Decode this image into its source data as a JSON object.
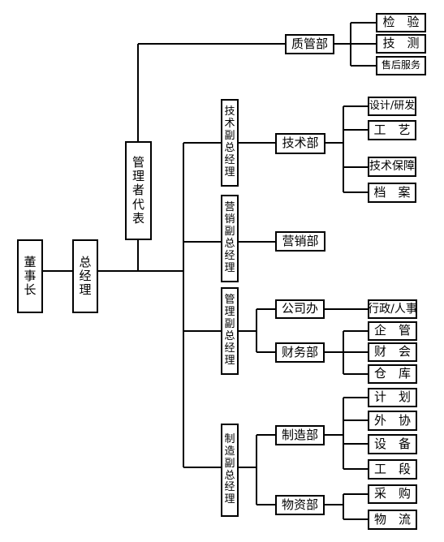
{
  "org": {
    "chairman": "董\n事\n长",
    "gm": "总\n经\n理",
    "mgmt_rep": "管\n理\n者\n代\n表",
    "quality_dept": "质管部",
    "quality_units": [
      "检　验",
      "技　测",
      "售后服务"
    ],
    "vp_tech": "技\n术\n副\n总\n经\n理",
    "tech_dept": "技术部",
    "tech_units": [
      "设计/研发",
      "工　艺",
      "技术保障",
      "档　案"
    ],
    "vp_sales": "营\n销\n副\n总\n经\n理",
    "sales_dept": "营销部",
    "vp_admin": "管\n理\n副\n总\n经\n理",
    "office_dept": "公司办",
    "office_units": [
      "行政/人事"
    ],
    "finance_dept": "财务部",
    "finance_units": [
      "企　管",
      "财　会",
      "仓　库"
    ],
    "vp_mfg": "制\n造\n副\n总\n经\n理",
    "mfg_dept": "制造部",
    "mfg_units": [
      "计　划",
      "外　协",
      "设　备",
      "工　段"
    ],
    "material_dept": "物资部",
    "material_units": [
      "采　购",
      "物　流"
    ]
  }
}
